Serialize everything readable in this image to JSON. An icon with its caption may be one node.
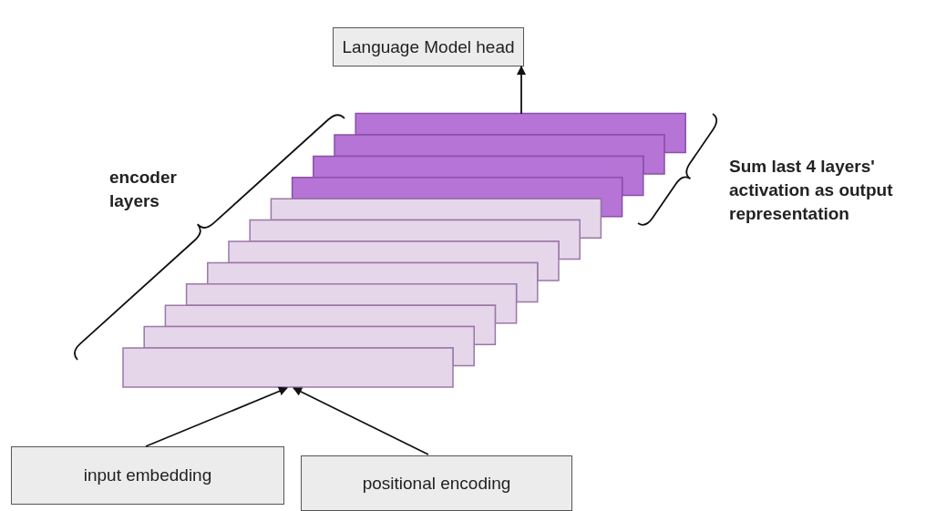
{
  "diagram": {
    "nodes": [
      {
        "text": [
          "Language Model head"
        ]
      },
      {
        "text": [],
        "shape": "bar"
      },
      {
        "text": [],
        "shape": "bar"
      },
      {
        "text": [],
        "shape": "bar"
      },
      {
        "text": [],
        "shape": "bar"
      },
      {
        "text": [],
        "shape": "bar"
      },
      {
        "text": [],
        "shape": "bar"
      },
      {
        "text": [],
        "shape": "bar"
      },
      {
        "text": [],
        "shape": "bar"
      },
      {
        "text": [],
        "shape": "bar"
      },
      {
        "text": [],
        "shape": "bar"
      },
      {
        "text": [],
        "shape": "bar"
      },
      {
        "text": [],
        "shape": "bar"
      },
      {
        "text": [
          "input embedding"
        ]
      },
      {
        "text": [
          "positional encoding"
        ]
      }
    ],
    "edges": [
      {
        "from": 1,
        "to": 0,
        "arrow": "to"
      },
      {
        "from": 13,
        "to": 12,
        "arrow": "to"
      },
      {
        "from": 14,
        "to": 12,
        "arrow": "to"
      }
    ],
    "labels": [
      "encoder layers",
      "Sum last 4 layers' activation as output representation"
    ]
  }
}
